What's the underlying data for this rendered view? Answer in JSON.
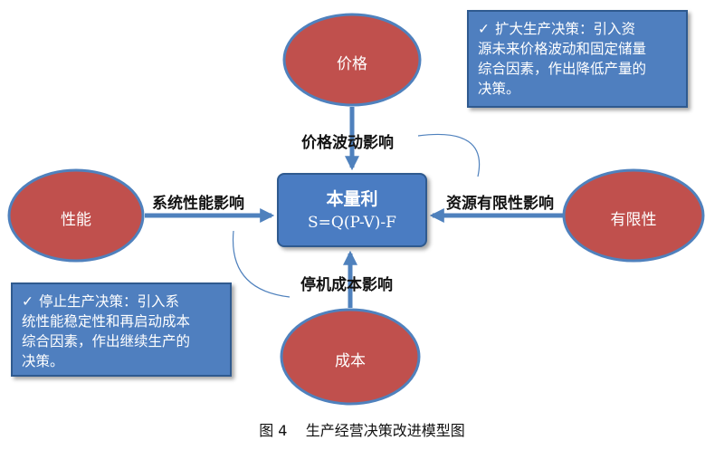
{
  "nodes": {
    "price": "价格",
    "performance": "性能",
    "finite": "有限性",
    "cost": "成本"
  },
  "edges": {
    "price": "价格波动影响",
    "performance": "系统性能影响",
    "resource": "资源有限性影响",
    "shutdown": "停机成本影响"
  },
  "center": {
    "title": "本量利",
    "formula": "S=Q(P-V)-F"
  },
  "notes": {
    "expand": {
      "check": "✓",
      "lines": [
        "扩大生产决策：引入资",
        "源未来价格波动和固定储量",
        "综合因素，作出降低产量的",
        "决策。"
      ]
    },
    "stop": {
      "check": "✓",
      "lines": [
        "停止生产决策：引入系",
        "统性能稳定性和再启动成本",
        "综合因素，作出继续生产的",
        "决策。"
      ]
    }
  },
  "caption": "图 4    生产经营决策改进模型图",
  "colors": {
    "ellipse_fill": "#c0504d",
    "ellipse_stroke": "#4f81bd",
    "box_fill": "#4f7fbf",
    "arrow": "#4f81bd"
  }
}
